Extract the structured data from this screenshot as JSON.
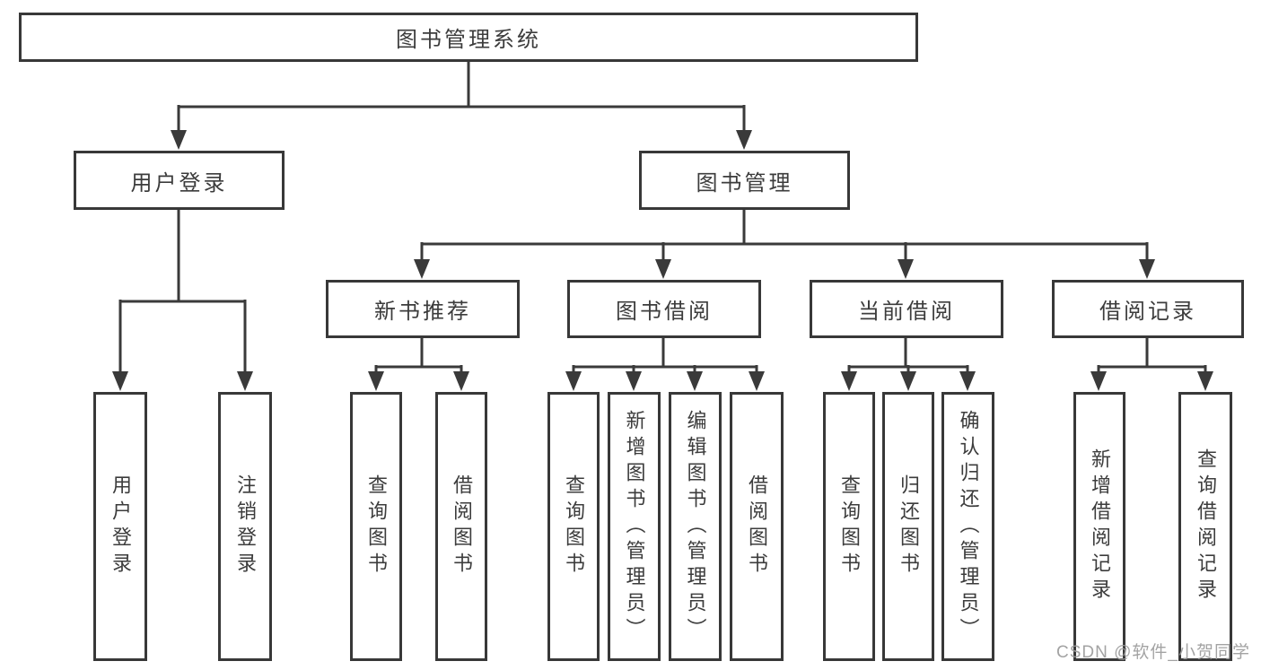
{
  "diagram_title": "图书管理系统",
  "colors": {
    "line": "#383838",
    "text": "#3c3c3c",
    "box_background": "#ffffff",
    "watermark": "#9b9b9b"
  },
  "watermark": {
    "text": "CSDN @软件_小贺同学"
  },
  "tree": {
    "root": {
      "label": "图书管理系统",
      "children": [
        {
          "label": "用户登录",
          "children": [
            {
              "label": "用户登录"
            },
            {
              "label": "注销登录"
            }
          ]
        },
        {
          "label": "图书管理",
          "children": [
            {
              "label": "新书推荐",
              "children": [
                {
                  "label": "查询图书"
                },
                {
                  "label": "借阅图书"
                }
              ]
            },
            {
              "label": "图书借阅",
              "children": [
                {
                  "label": "查询图书"
                },
                {
                  "label": "新增图书（管理员）"
                },
                {
                  "label": "编辑图书（管理员）"
                },
                {
                  "label": "借阅图书"
                }
              ]
            },
            {
              "label": "当前借阅",
              "children": [
                {
                  "label": "查询图书"
                },
                {
                  "label": "归还图书"
                },
                {
                  "label": "确认归还（管理员）"
                }
              ]
            },
            {
              "label": "借阅记录",
              "children": [
                {
                  "label": "新增借阅记录"
                },
                {
                  "label": "查询借阅记录"
                }
              ]
            }
          ]
        }
      ]
    }
  }
}
